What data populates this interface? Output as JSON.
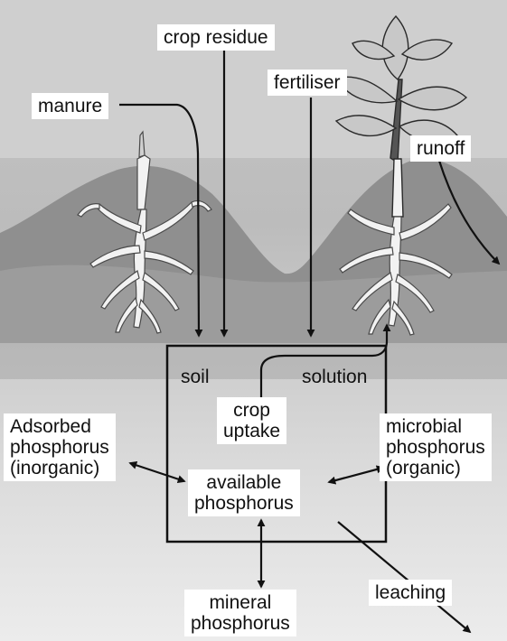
{
  "labels": {
    "crop_residue": "crop residue",
    "manure": "manure",
    "fertiliser": "fertiliser",
    "runoff": "runoff",
    "soil": "soil",
    "solution": "solution",
    "crop_uptake_line1": "crop",
    "crop_uptake_line2": "uptake",
    "adsorbed_line1": "Adsorbed",
    "adsorbed_line2": "phosphorus",
    "adsorbed_line3": "(inorganic)",
    "microbial_line1": "microbial",
    "microbial_line2": "phosphorus",
    "microbial_line3": "(organic)",
    "available_line1": "available",
    "available_line2": "phosphorus",
    "leaching": "leaching",
    "mineral_line1": "mineral",
    "mineral_line2": "phosphorus"
  },
  "colors": {
    "hill": "#8e8e8e",
    "soil_top": "#bdbdbd",
    "soil_bottom": "#e9e9e9",
    "root": "#f2f2f2",
    "leaf": "#c9c9c9",
    "line": "#111111"
  }
}
